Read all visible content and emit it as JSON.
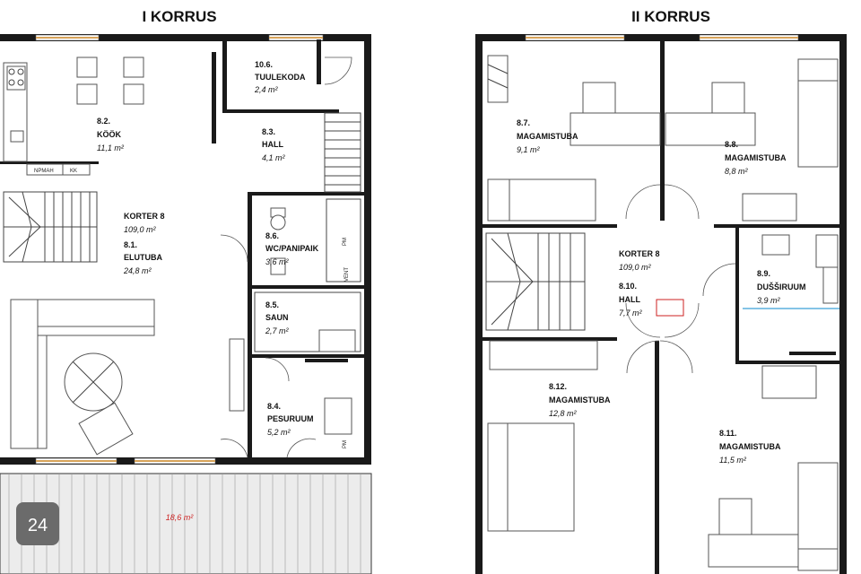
{
  "floors": [
    {
      "title": "I KORRUS"
    },
    {
      "title": "II KORRUS"
    }
  ],
  "rooms_floor1": [
    {
      "num": "8.2.",
      "name": "KÖÖK",
      "area": "11,1 m²"
    },
    {
      "num": "10.6.",
      "name": "TUULEKODA",
      "area": "2,4 m²"
    },
    {
      "num": "8.3.",
      "name": "HALL",
      "area": "4,1 m²"
    },
    {
      "num": "KORTER 8",
      "name": "",
      "area": "109,0 m²"
    },
    {
      "num": "8.1.",
      "name": "ELUTUBA",
      "area": "24,8 m²"
    },
    {
      "num": "8.6.",
      "name": "WC/PANIPAIK",
      "area": "3,6 m²"
    },
    {
      "num": "8.5.",
      "name": "SAUN",
      "area": "2,7 m²"
    },
    {
      "num": "8.4.",
      "name": "PESURUUM",
      "area": "5,2 m²"
    }
  ],
  "rooms_floor2": [
    {
      "num": "8.7.",
      "name": "MAGAMISTUBA",
      "area": "9,1 m²"
    },
    {
      "num": "8.8.",
      "name": "MAGAMISTUBA",
      "area": "8,8 m²"
    },
    {
      "num": "KORTER 8",
      "name": "",
      "area": "109,0 m²"
    },
    {
      "num": "8.10.",
      "name": "HALL",
      "area": "7,7 m²"
    },
    {
      "num": "8.9.",
      "name": "DUŠŠIRUUM",
      "area": "3,9 m²"
    },
    {
      "num": "8.12.",
      "name": "MAGAMISTUBA",
      "area": "12,8 m²"
    },
    {
      "num": "8.11.",
      "name": "MAGAMISTUBA",
      "area": "11,5 m²"
    }
  ],
  "terrace_area": "18,6 m²",
  "labels": {
    "npmah": "NPMAH",
    "kk": "KK",
    "pm": "PM",
    "vent": "VENT"
  },
  "logo_text": "24",
  "colors": {
    "window": "#d7a35a",
    "terrace_area": "#cc2222",
    "accent_line": "#3aa0d8"
  }
}
